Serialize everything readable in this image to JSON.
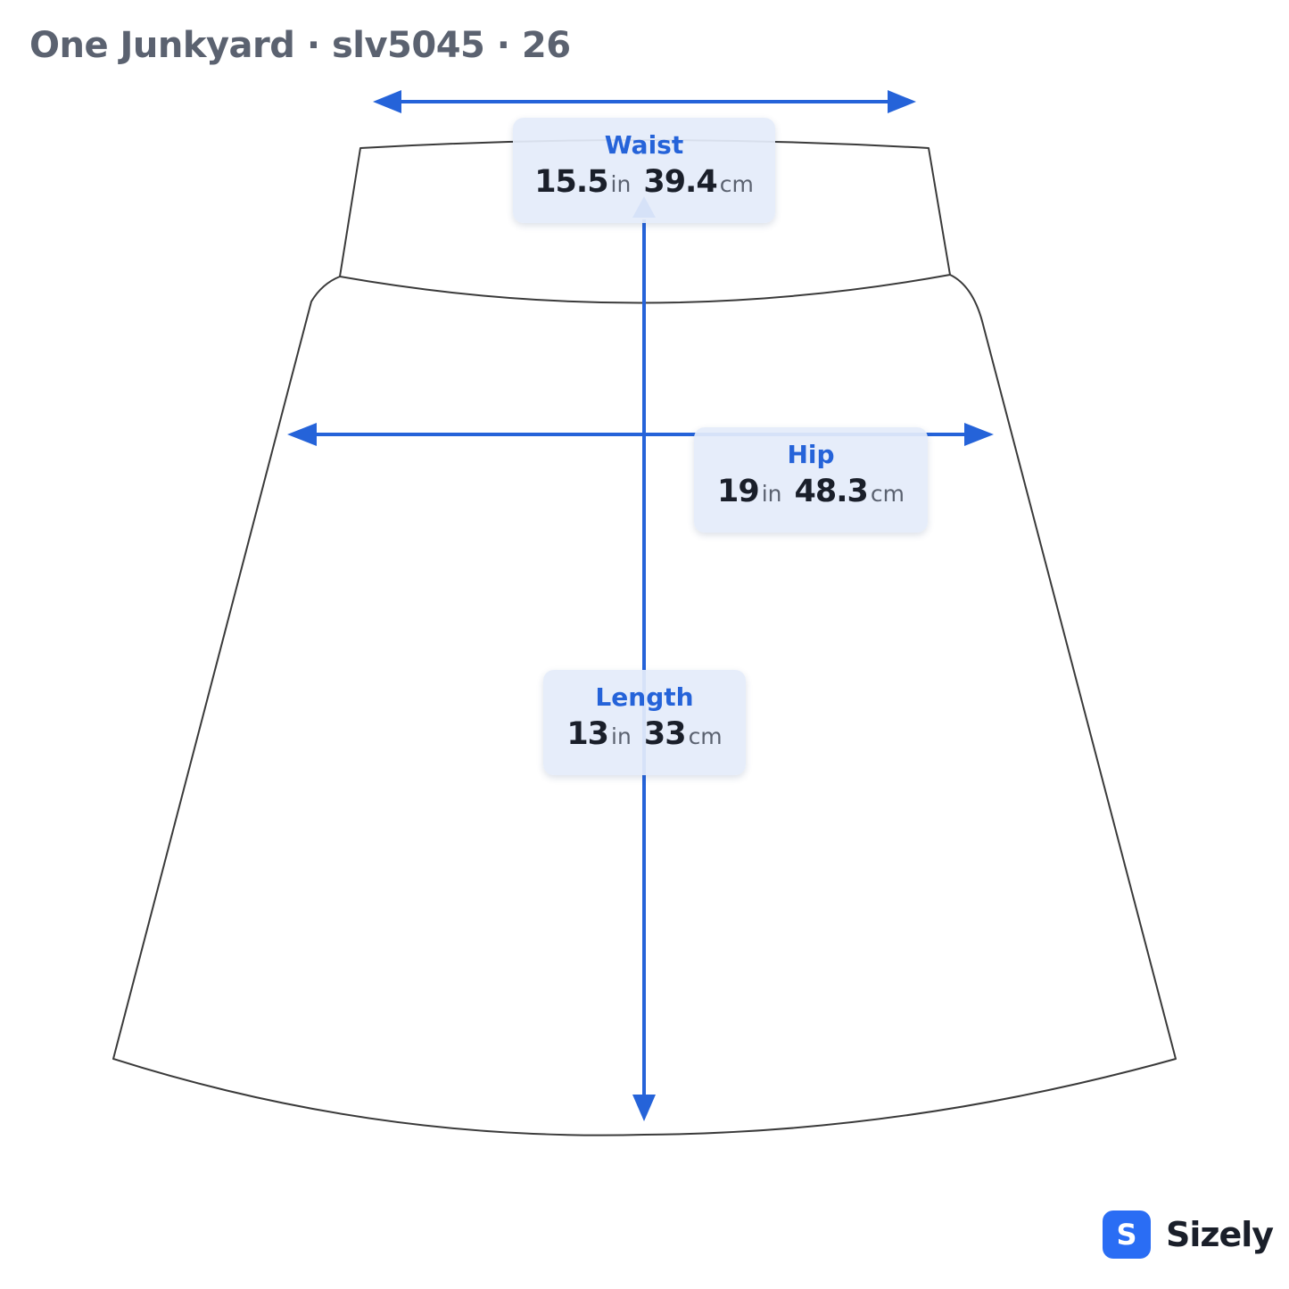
{
  "title": "One Junkyard · slv5045 · 26",
  "colors": {
    "accent": "#2563d9",
    "outline": "#3a3a3a",
    "label_bg": "#e4ecfa",
    "brand": "#2a6df4"
  },
  "measurements": {
    "waist": {
      "label": "Waist",
      "inches": "15.5",
      "in_unit": "in",
      "cm": "39.4",
      "cm_unit": "cm"
    },
    "hip": {
      "label": "Hip",
      "inches": "19",
      "in_unit": "in",
      "cm": "48.3",
      "cm_unit": "cm"
    },
    "length": {
      "label": "Length",
      "inches": "13",
      "in_unit": "in",
      "cm": "33",
      "cm_unit": "cm"
    }
  },
  "garment": {
    "type": "skirt"
  },
  "icons": {
    "brand_logo": "sizely-logo-icon",
    "arrows": "double-arrow-icon"
  },
  "brand": {
    "logo_letter": "S",
    "name": "Sizely"
  }
}
